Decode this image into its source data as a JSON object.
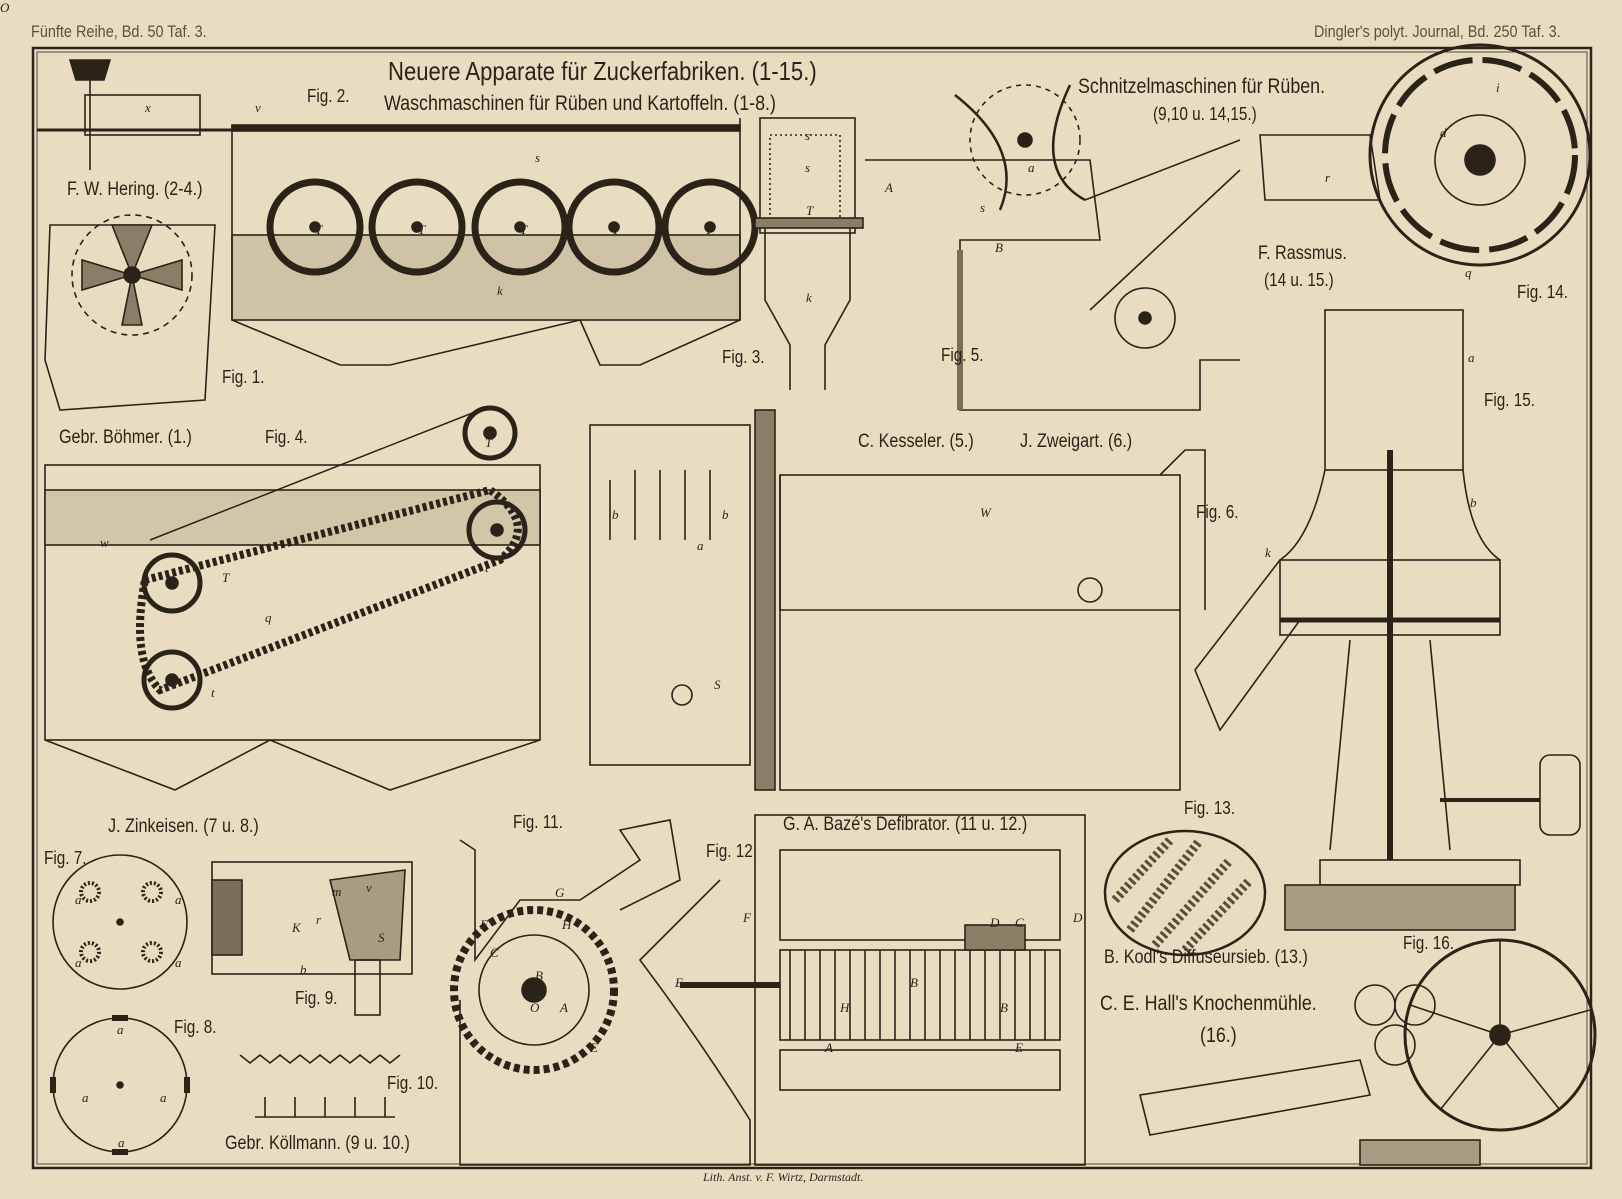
{
  "header": {
    "left": "Fünfte Reihe, Bd. 50 Taf. 3.",
    "right": "Dingler's polyt. Journal, Bd. 250 Taf. 3."
  },
  "title": "Neuere Apparate für Zuckerfabriken. (1-15.)",
  "subtitle_washers": "Waschmaschinen für Rüben und Kartoffeln. (1-8.)",
  "subtitle_cutters": "Schnitzelmaschinen für Rüben.",
  "subtitle_cutters_figs": "(9,10 u. 14,15.)",
  "makers": {
    "hering": "F. W. Hering. (2-4.)",
    "boehmer": "Gebr. Böhmer. (1.)",
    "rassmus": "F. Rassmus.",
    "rassmus_figs": "(14 u. 15.)",
    "kesseler": "C. Kesseler. (5.)",
    "zweigart": "J. Zweigart. (6.)",
    "zinkeisen": "J. Zinkeisen. (7 u. 8.)",
    "baze": "G. A. Bazé's Defibrator. (11 u. 12.)",
    "kodl": "B. Kodl's Diffuseursieb. (13.)",
    "hall": "C. E. Hall's Knochenmühle.",
    "hall_figs": "(16.)",
    "koellmann": "Gebr. Köllmann. (9 u. 10.)"
  },
  "figures": {
    "fig1": "Fig. 1.",
    "fig2": "Fig. 2.",
    "fig3": "Fig. 3.",
    "fig4": "Fig. 4.",
    "fig5": "Fig. 5.",
    "fig6": "Fig. 6.",
    "fig7": "Fig. 7.",
    "fig8": "Fig. 8.",
    "fig9": "Fig. 9.",
    "fig10": "Fig. 10.",
    "fig11": "Fig. 11.",
    "fig12": "Fig. 12.",
    "fig13": "Fig. 13.",
    "fig14": "Fig. 14.",
    "fig15": "Fig. 15.",
    "fig16": "Fig. 16."
  },
  "imprint": "Lith. Anst. v. F. Wirtz, Darmstadt.",
  "annotations": [
    "x",
    "v",
    "T",
    "T",
    "T",
    "T",
    "T",
    "k",
    "s",
    "s",
    "s",
    "T",
    "k",
    "A",
    "B",
    "a",
    "s",
    "r",
    "i",
    "d",
    "q",
    "a",
    "b",
    "k",
    "W",
    "a",
    "b",
    "b",
    "S",
    "T",
    "T",
    "t",
    "t",
    "q",
    "w",
    "a",
    "a",
    "a",
    "a",
    "a",
    "a",
    "a",
    "a",
    "K",
    "S",
    "b",
    "m",
    "r",
    "v",
    "G",
    "H",
    "F",
    "C",
    "B",
    "O",
    "A",
    "E",
    "F",
    "D",
    "D",
    "C",
    "H",
    "B",
    "B",
    "A",
    "E",
    "E",
    "O"
  ],
  "colors": {
    "paper": "#e9ddc1",
    "ink": "#2a2418"
  }
}
